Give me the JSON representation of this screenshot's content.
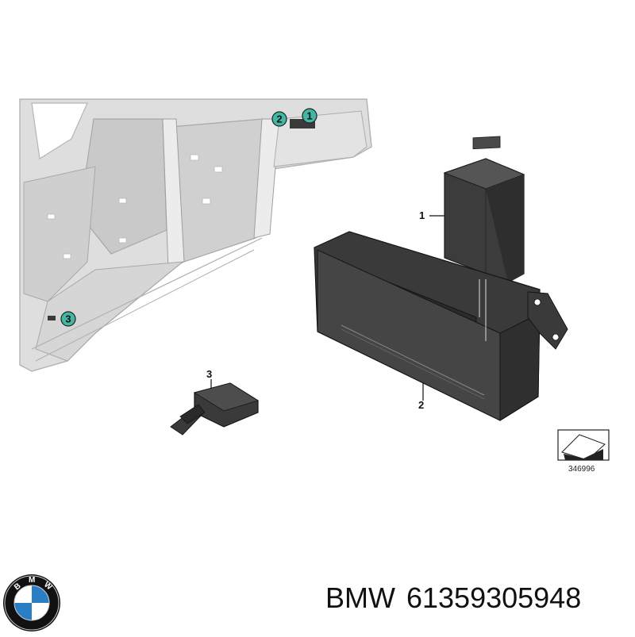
{
  "diagram": {
    "callouts": [
      {
        "id": "c1",
        "label": "1"
      },
      {
        "id": "c2",
        "label": "2"
      },
      {
        "id": "c3",
        "label": "3"
      }
    ],
    "parts": [
      {
        "id": "p1",
        "label": "1"
      },
      {
        "id": "p2",
        "label": "2"
      },
      {
        "id": "p3",
        "label": "3"
      }
    ],
    "reference_number": "346996",
    "colors": {
      "car_body": "#d9d9d9",
      "car_outline": "#b0b0b0",
      "part_dark": "#3a3a3a",
      "callout_fill": "#3fb8a6"
    }
  },
  "caption": {
    "brand": "BMW",
    "part_number": "61359305948"
  },
  "logo": {
    "text": "BMW",
    "colors": {
      "blue": "#2a7fc4",
      "ring": "#111111"
    }
  }
}
